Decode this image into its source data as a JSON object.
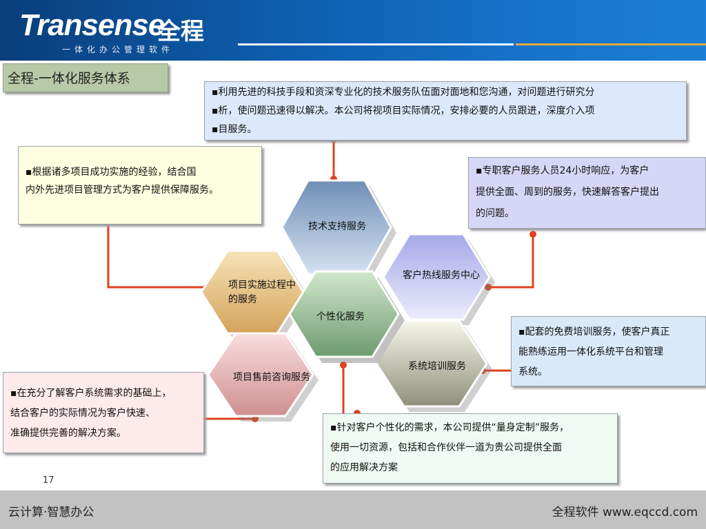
{
  "header": {
    "logo_en": "Transense",
    "logo_cn": "全程",
    "logo_sub": "一体化办公管理软件"
  },
  "title": "全程-一体化服务体系",
  "notes": {
    "top": [
      "▪利用先进的科技手段和资深专业化的技术服务队伍面对面地和您沟通，对问题进行研究分",
      "▪析，使问题迅速得以解决。本公司将视项目实际情况，安排必要的人员跟进，深度介入项",
      "▪目服务。"
    ],
    "left": [
      "▪根据诸多项目成功实施的经验，结合国",
      "内外先进项目管理方式为客户提供保障服务。"
    ],
    "right_top": [
      "▪专职客户服务人员24小时响应，为客户",
      "提供全面、周到的服务，快速解答客户提出",
      "的问题。"
    ],
    "right_mid": [
      "▪配套的免费培训服务，使客户真正",
      "能熟练运用一体化系统平台和管理",
      "系统。"
    ],
    "bottom_left": [
      "▪在充分了解客户系统需求的基础上，",
      "结合客户的实际情况为客户快速、",
      "准确提供完善的解决方案。"
    ],
    "bottom_center": [
      "▪针对客户个性化的需求，本公司提供“量身定制”服务，",
      "使用一切资源，包括和合作伙伴一道为贵公司提供全面",
      "的应用解决方案"
    ]
  },
  "hexagons": {
    "tech": "技术支持服务",
    "hotline": "客户热线服务中心",
    "impl": [
      "项目实施过程中",
      "的服务"
    ],
    "center": "个性化服务",
    "training": "系统培训服务",
    "presales": "项目售前咨询服务"
  },
  "colors": {
    "connector": "#e0401c",
    "hex_tech": "#9fb6d4",
    "hex_hotline": "#c4c6f0",
    "hex_impl": "#eec98a",
    "hex_center": "#9cc49c",
    "hex_training": "#d6d6bf",
    "hex_presales": "#f0c2c2"
  },
  "page_number": "17",
  "footer": {
    "left": "云计算·智慧办公",
    "right": "全程软件 www.eqccd.com"
  }
}
